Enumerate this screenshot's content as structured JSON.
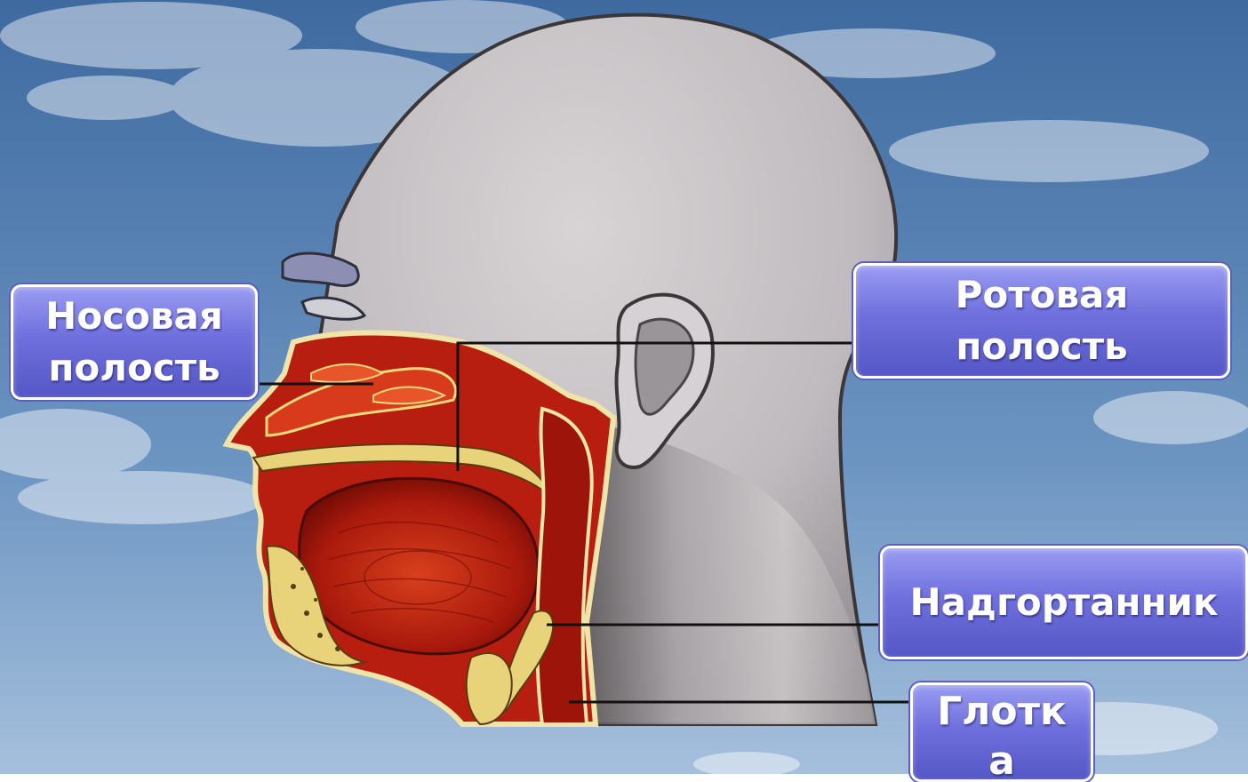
{
  "labels": {
    "nasal_cavity": "Носовая\nполость",
    "oral_cavity": "Ротовая\nполость",
    "epiglottis": "Надгортанник",
    "pharynx": "Глотк\nа"
  },
  "colors": {
    "sky_top": "#3f6da3",
    "sky_bottom": "#a9c3dd",
    "head_skin": "#c9c5c7",
    "tissue_red": "#b81e0f",
    "bone_yellow": "#e8d27a",
    "label_fill": "#6f70dd",
    "label_border": "#ffffff"
  }
}
